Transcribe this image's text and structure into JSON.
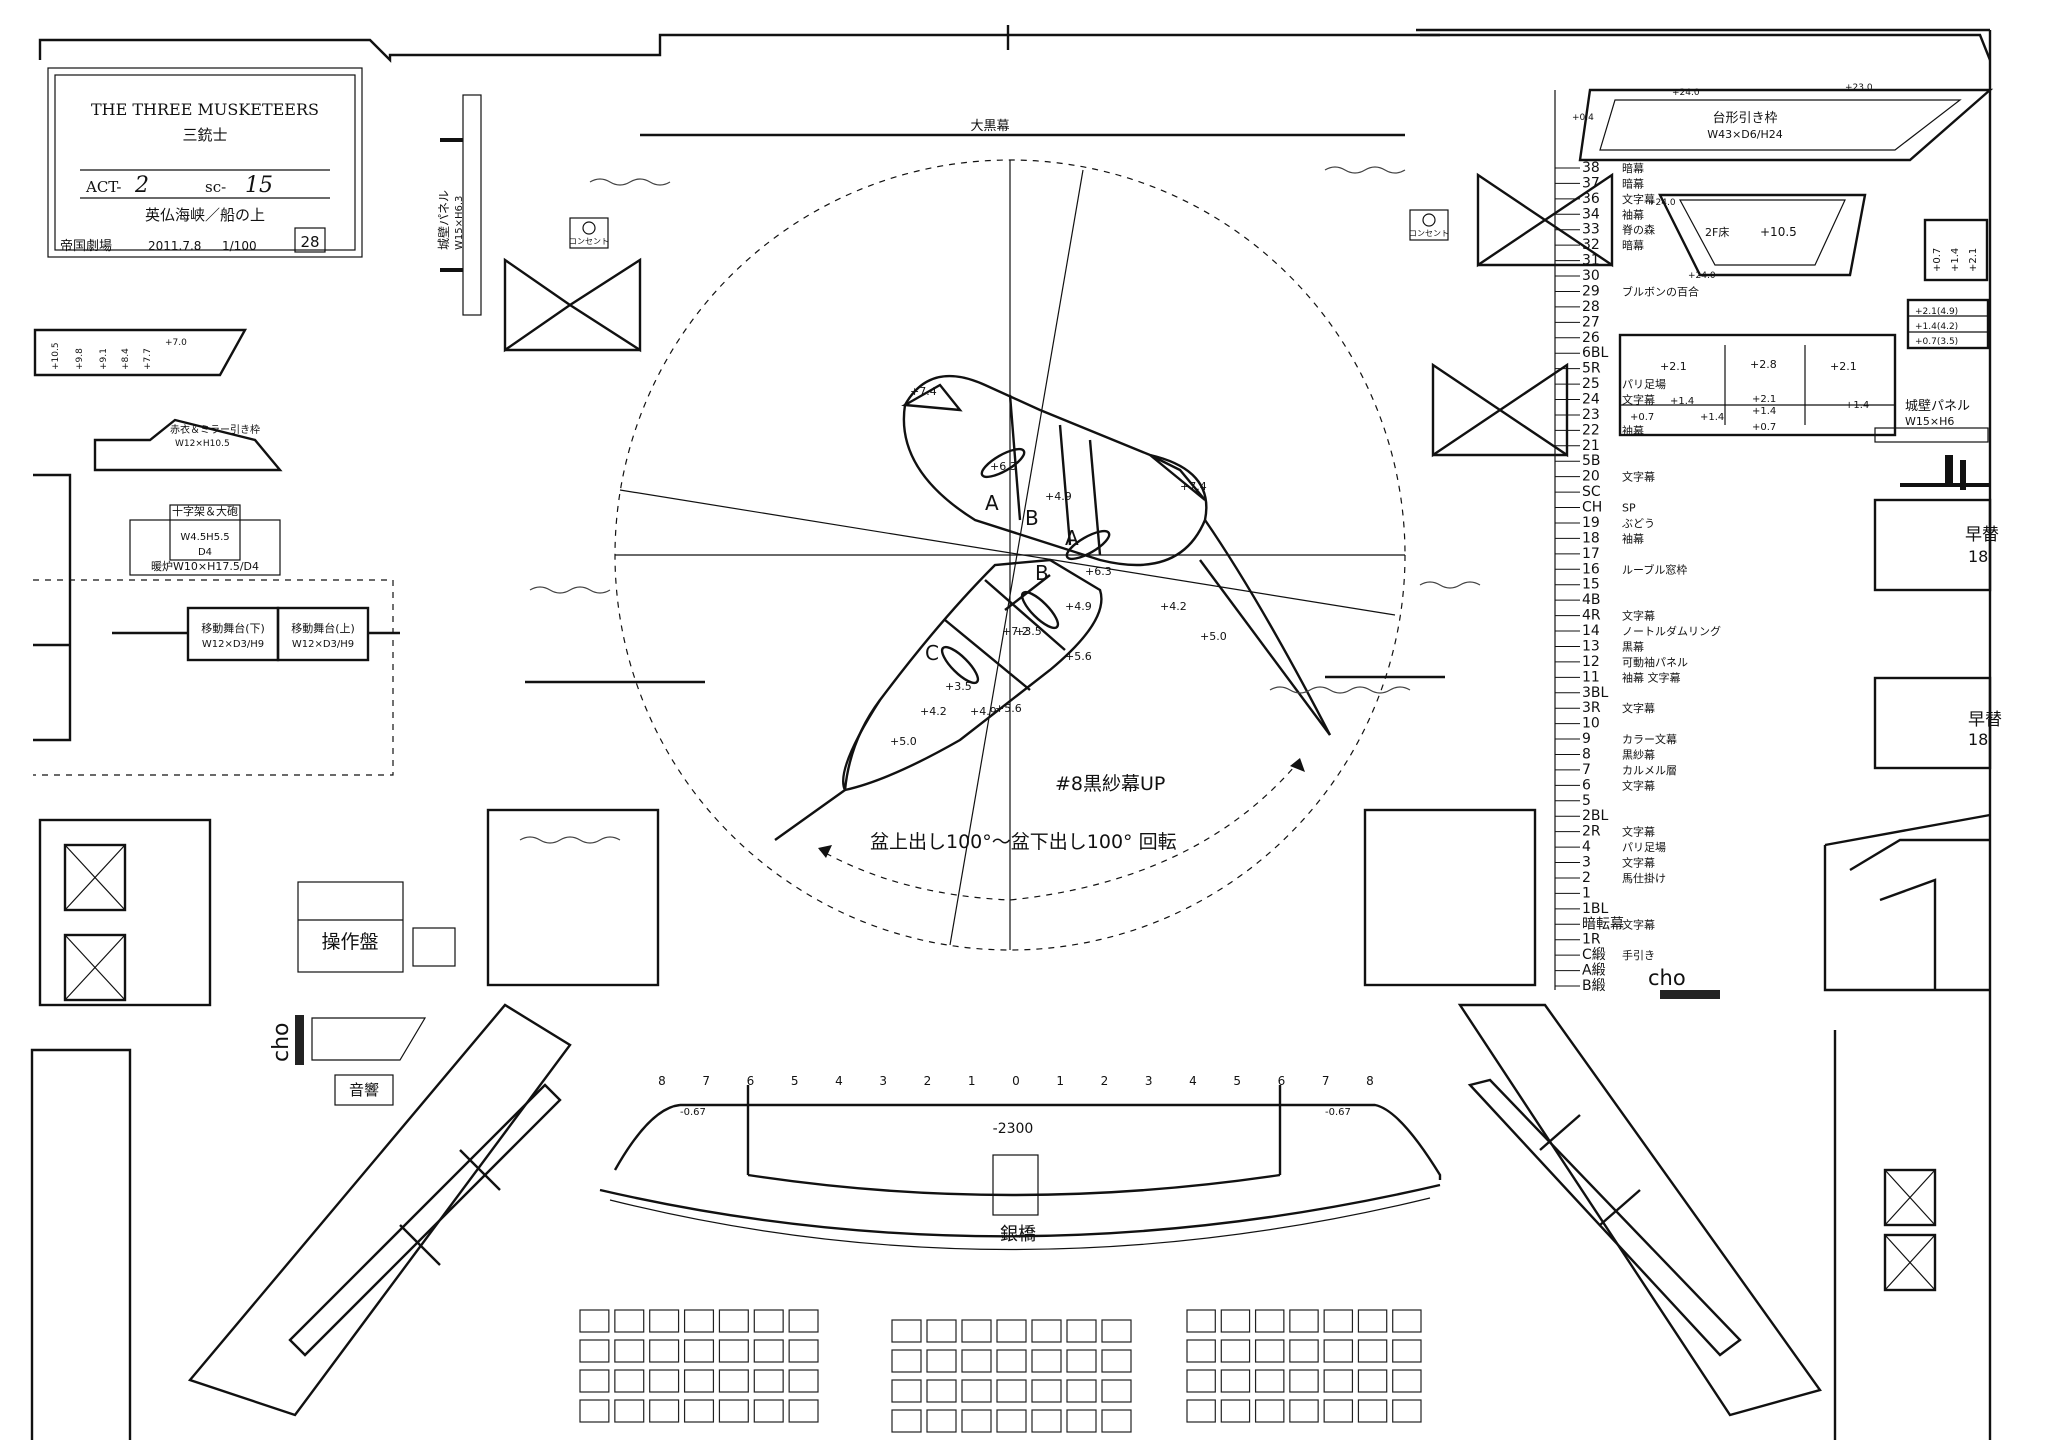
{
  "title_block": {
    "title_en": "THE THREE MUSKETEERS",
    "title_ja": "三銃士",
    "act_prefix": "ACT-",
    "act": "2",
    "scene_prefix": "sc-",
    "scene": "15",
    "scene_name": "英仏海峡／船の上",
    "theatre": "帝国劇場",
    "date": "2011.7.8",
    "scale": "1/100",
    "sheet": "28"
  },
  "labels": {
    "great_black_curtain": "大黒幕",
    "castle_panel": "城壁パネル",
    "castle_panel_size": "W15×H6.3",
    "console": "コンセント",
    "gauze_up": "#8黒紗幕UP",
    "rotation": "盆上出し100°～盆下出し100° 回転",
    "control_desk": "操作盤",
    "sound": "音響",
    "cho_left": "cho",
    "cho_right": "cho",
    "silver_bridge": "銀橋",
    "pit_level": "-2300",
    "pit_left": "-0.67",
    "pit_right": "-0.67",
    "platform_frame": "台形引き枠",
    "platform_frame_size": "W43×D6/H24",
    "floor_2f": "2F床",
    "floor_2f_h": "+10.5",
    "mirror_frame": "赤衣＆ミラー引き枠",
    "mirror_frame_size": "W12×H10.5",
    "cross_stand": "十字架＆大砲",
    "cross_stand_size": "W4.5H5.5",
    "cross_stand_d": "D4",
    "fireplace": "暖炉W10×H17.5/D4",
    "mobile_lower": "移動舞台(下)",
    "mobile_lower_size": "W12×D3/H9",
    "mobile_upper": "移動舞台(上)",
    "mobile_upper_size": "W12×D3/H9",
    "quick_change_1": "早替",
    "quick_change_1_no": "18",
    "quick_change_2": "早替",
    "quick_change_2_no": "18",
    "castle_panel_right": "城壁パネル",
    "castle_panel_right_size": "W15×H6"
  },
  "ship": {
    "sections": [
      "A",
      "B",
      "A",
      "B",
      "C"
    ],
    "heights": [
      "+6.3",
      "+4.9",
      "+6.3",
      "+4.9",
      "+7.2",
      "+5.6",
      "+5.6",
      "+4.9",
      "+3.5",
      "+4.2",
      "+5.0",
      "+4.2",
      "+5.0",
      "+3.5",
      "+7.4",
      "+7.4"
    ]
  },
  "steps_left": [
    "+10.5",
    "+9.8",
    "+9.1",
    "+8.4",
    "+7.7",
    "+7.0"
  ],
  "platform_heights": {
    "a": "+24.0",
    "b": "+23.0",
    "c": "+0.4",
    "d": "+24.0",
    "e": "+24.0",
    "r1": "+0.7",
    "r2": "+1.4",
    "r3": "+2.1",
    "s1": "+2.1(4.9)",
    "s2": "+1.4(4.2)",
    "s3": "+0.7(3.5)",
    "m1": "+2.1",
    "m2": "+2.8",
    "m3": "+2.1",
    "m4": "+1.4",
    "m5": "+2.1",
    "m6": "+1.4",
    "m7": "+0.7",
    "m8": "+1.4",
    "m9": "+0.7",
    "m10": "+1.4"
  },
  "fly_lines": [
    {
      "no": "38",
      "name": "暗幕"
    },
    {
      "no": "37",
      "name": "暗幕"
    },
    {
      "no": "36",
      "name": "文字幕"
    },
    {
      "no": "34",
      "name": "袖幕"
    },
    {
      "no": "33",
      "name": "脊の森"
    },
    {
      "no": "32",
      "name": "暗幕"
    },
    {
      "no": "31",
      "name": ""
    },
    {
      "no": "30",
      "name": ""
    },
    {
      "no": "29",
      "name": "ブルボンの百合"
    },
    {
      "no": "28",
      "name": ""
    },
    {
      "no": "27",
      "name": ""
    },
    {
      "no": "26",
      "name": ""
    },
    {
      "no": "6BL",
      "name": ""
    },
    {
      "no": "5R",
      "name": ""
    },
    {
      "no": "25",
      "name": "パリ足場"
    },
    {
      "no": "24",
      "name": "文字幕"
    },
    {
      "no": "23",
      "name": ""
    },
    {
      "no": "22",
      "name": "袖幕"
    },
    {
      "no": "21",
      "name": ""
    },
    {
      "no": "5B",
      "name": ""
    },
    {
      "no": "20",
      "name": "文字幕"
    },
    {
      "no": "SC",
      "name": ""
    },
    {
      "no": "CH",
      "name": "SP"
    },
    {
      "no": "19",
      "name": "ぶどう"
    },
    {
      "no": "18",
      "name": "袖幕"
    },
    {
      "no": "17",
      "name": ""
    },
    {
      "no": "16",
      "name": "ルーブル窓枠"
    },
    {
      "no": "15",
      "name": ""
    },
    {
      "no": "4B",
      "name": ""
    },
    {
      "no": "4R",
      "name": "文字幕"
    },
    {
      "no": "14",
      "name": "ノートルダムリング"
    },
    {
      "no": "13",
      "name": "黒幕"
    },
    {
      "no": "12",
      "name": "可動袖パネル"
    },
    {
      "no": "11",
      "name": "袖幕 文字幕"
    },
    {
      "no": "3BL",
      "name": ""
    },
    {
      "no": "3R",
      "name": "文字幕"
    },
    {
      "no": "10",
      "name": ""
    },
    {
      "no": "9",
      "name": "カラー文幕"
    },
    {
      "no": "8",
      "name": "黒紗幕"
    },
    {
      "no": "7",
      "name": "カルメル層"
    },
    {
      "no": "6",
      "name": "文字幕"
    },
    {
      "no": "5",
      "name": ""
    },
    {
      "no": "2BL",
      "name": ""
    },
    {
      "no": "2R",
      "name": "文字幕"
    },
    {
      "no": "4",
      "name": "パリ足場"
    },
    {
      "no": "3",
      "name": "文字幕"
    },
    {
      "no": "2",
      "name": "馬仕掛け"
    },
    {
      "no": "1",
      "name": ""
    },
    {
      "no": "1BL",
      "name": ""
    },
    {
      "no": "暗転幕",
      "name": "文字幕"
    },
    {
      "no": "1R",
      "name": ""
    },
    {
      "no": "C緞",
      "name": "手引き"
    },
    {
      "no": "A緞",
      "name": ""
    },
    {
      "no": "B緞",
      "name": ""
    }
  ],
  "center_line_numbers": [
    "8",
    "7",
    "6",
    "5",
    "4",
    "3",
    "2",
    "1",
    "0",
    "1",
    "2",
    "3",
    "4",
    "5",
    "6",
    "7",
    "8"
  ]
}
